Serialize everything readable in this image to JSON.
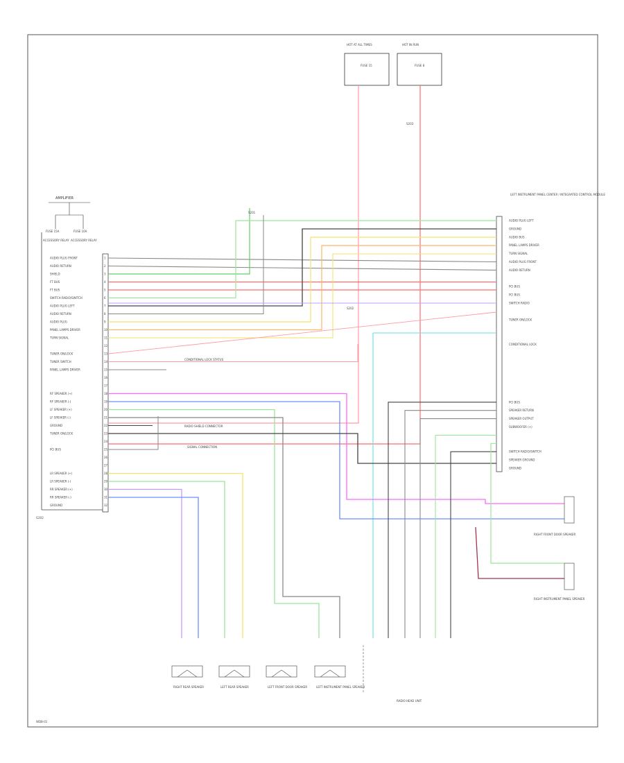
{
  "diagram": {
    "amplifier_label": "AMPLIFIER",
    "left_fuse_a": "FUSE 15A",
    "left_fuse_b": "FUSE 10A",
    "left_module_a": "ACCESSORY RELAY",
    "left_module_b": "ACCESSORY RELAY",
    "top_fuse_1": "HOT AT ALL TIMES",
    "top_fuse_2": "HOT IN RUN",
    "top_fuse_1_note": "FUSE 15",
    "top_fuse_2_note": "FUSE 8",
    "right_module_title": "LEFT INSTRUMENT PANEL CENTER / INTEGRATED CONTROL MODULE",
    "left_pins": [
      "AUDIO PLUG FRONT",
      "AUDIO RETURN",
      "SHIELD",
      "FT BUS",
      "FT BUS",
      "SWITCH RADIO/SWITCH",
      "AUDIO PLUG LEFT",
      "AUDIO RETURN",
      "AUDIO PLUG",
      "PANEL LAMPS DRIVER",
      "TURN SIGNAL",
      "",
      "TUNER ON/LOCK",
      "TUNER SWITCH",
      "PANEL LAMPS DRIVER",
      "",
      "",
      "RF SPEAKER (+)",
      "RF SPEAKER (-)",
      "LF SPEAKER (+)",
      "LF SPEAKER (-)",
      "GROUND",
      "TUNER ON/LOCK",
      "",
      "PCI BUS",
      "",
      "",
      "LR SPEAKER (+)",
      "LR SPEAKER (-)",
      "RR SPEAKER (+)",
      "RR SPEAKER (-)",
      "GROUND"
    ],
    "right_pins": [
      "AUDIO PLUG LEFT",
      "GROUND",
      "AUDIO BUS",
      "PANEL LAMPS DRIVER",
      "TURN SIGNAL",
      "AUDIO PLUG FRONT",
      "AUDIO RETURN",
      "",
      "PCI BUS",
      "PCI BUS",
      "SWITCH RADIO",
      "",
      "TUNER ON/LOCK",
      "",
      "",
      "CONDITIONAL LOCK",
      "",
      "",
      "",
      "",
      "",
      "",
      "PCI BUS",
      "SPEAKER RETURN",
      "SPEAKER OUTPUT",
      "SUBWOOFER (+)",
      "",
      "",
      "SWITCH RADIO/SWITCH",
      "SPEAKER GROUND",
      "GROUND"
    ],
    "bottom_speakers": [
      "RIGHT REAR SPEAKER",
      "LEFT REAR SPEAKER",
      "LEFT FRONT DOOR SPEAKER",
      "LEFT INSTRUMENT PANEL SPEAKER"
    ],
    "right_speakers": [
      "RIGHT FRONT DOOR SPEAKER",
      "RIGHT INSTRUMENT PANEL SPEAKER"
    ],
    "radio_label": "RADIO HEAD UNIT",
    "notes": [
      "CONDITIONAL LOCK STATUS",
      "RADIO SHIELD CONNECTOR",
      "SIGNAL CONNECTION"
    ],
    "corner_label": "G202",
    "footer_label": "WDB-01",
    "splice_labels": [
      "S201",
      "S202",
      "S203"
    ],
    "colors": {
      "red": "#ff6b6b",
      "pink": "#ff9aa5",
      "green": "#66cc66",
      "lightgreen": "#99e699",
      "yellow": "#f2e36b",
      "orange": "#ffb26b",
      "blue": "#6b8dff",
      "lightblue": "#9fc5ff",
      "violet": "#c69bff",
      "magenta": "#ff66ff",
      "cyan": "#66e0e0",
      "gray": "#888888",
      "dark": "#444444",
      "maroon": "#a3334d"
    }
  }
}
